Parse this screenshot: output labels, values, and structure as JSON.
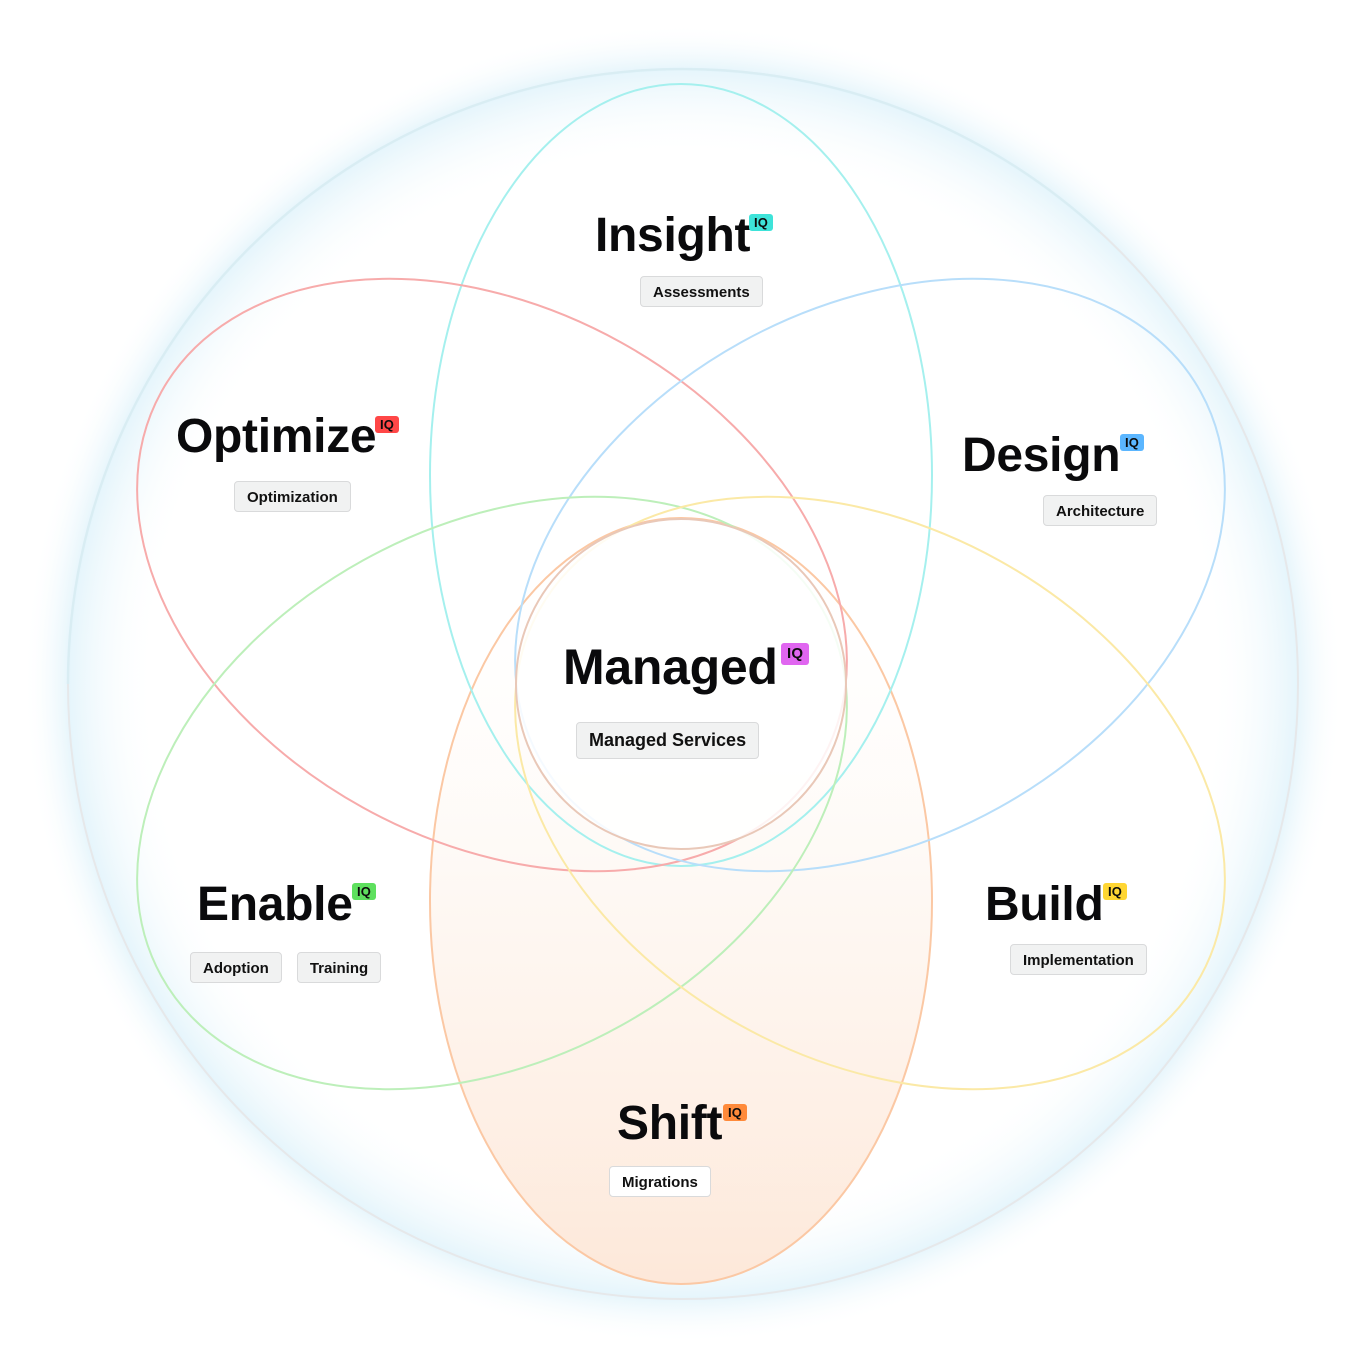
{
  "diagram": {
    "type": "overlapping-ellipses-venn",
    "badge_text": "IQ",
    "center": {
      "name": "Managed",
      "badge_color": "#e066f0",
      "chips": [
        "Managed Services"
      ]
    },
    "petals": [
      {
        "name": "Insight",
        "badge_color": "#3ee3d9",
        "outline_color": "#9df0ee",
        "chips": [
          "Assessments"
        ]
      },
      {
        "name": "Optimize",
        "badge_color": "#ff4747",
        "outline_color": "#f7a9aa",
        "chips": [
          "Optimization"
        ]
      },
      {
        "name": "Design",
        "badge_color": "#5bb6ff",
        "outline_color": "#b3dcfb",
        "chips": [
          "Architecture"
        ]
      },
      {
        "name": "Enable",
        "badge_color": "#5ee05e",
        "outline_color": "#b8efb6",
        "chips": [
          "Adoption",
          "Training"
        ]
      },
      {
        "name": "Build",
        "badge_color": "#ffd633",
        "outline_color": "#fbeaa0",
        "chips": [
          "Implementation"
        ]
      },
      {
        "name": "Shift",
        "badge_color": "#ff8a3a",
        "outline_color": "#fbc8a4",
        "chips": [
          "Migrations"
        ]
      }
    ],
    "outer_ring_color": "#e8e9ea",
    "glow_color": "#dff3fb",
    "shift_fill_color": "#fdeee3"
  }
}
